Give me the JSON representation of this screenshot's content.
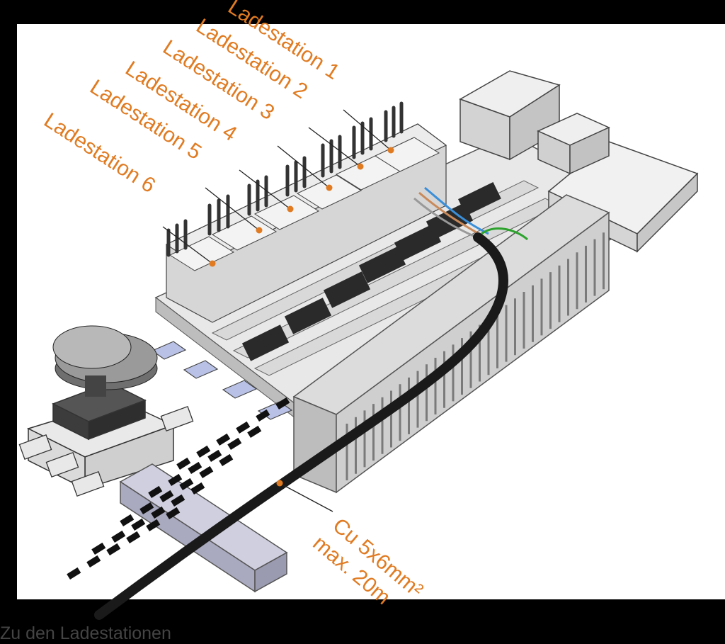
{
  "colors": {
    "background": "#000000",
    "panel": "#ffffff",
    "label_orange": "#e07b22",
    "caption_gray": "#444444",
    "device_gray": "#cfcfcf",
    "cable_black": "#1a1a1a",
    "wire_blue": "#3a8fd8",
    "wire_brown": "#c98a5a",
    "wire_green": "#2da32d",
    "busbar_lilac": "#b9c2e6"
  },
  "labels": {
    "station_1": "Ladestation 1",
    "station_2": "Ladestation 2",
    "station_3": "Ladestation 3",
    "station_4": "Ladestation 4",
    "station_5": "Ladestation 5",
    "station_6": "Ladestation 6",
    "cable_spec": "Cu 5x6mm²",
    "cable_length": "max. 20m",
    "caption": "Zu den Ladestationen"
  },
  "icons": [
    "rotary-switch-icon",
    "circuit-breaker-icon",
    "cable-duct-icon",
    "din-rail-icon",
    "enclosure-icon"
  ]
}
